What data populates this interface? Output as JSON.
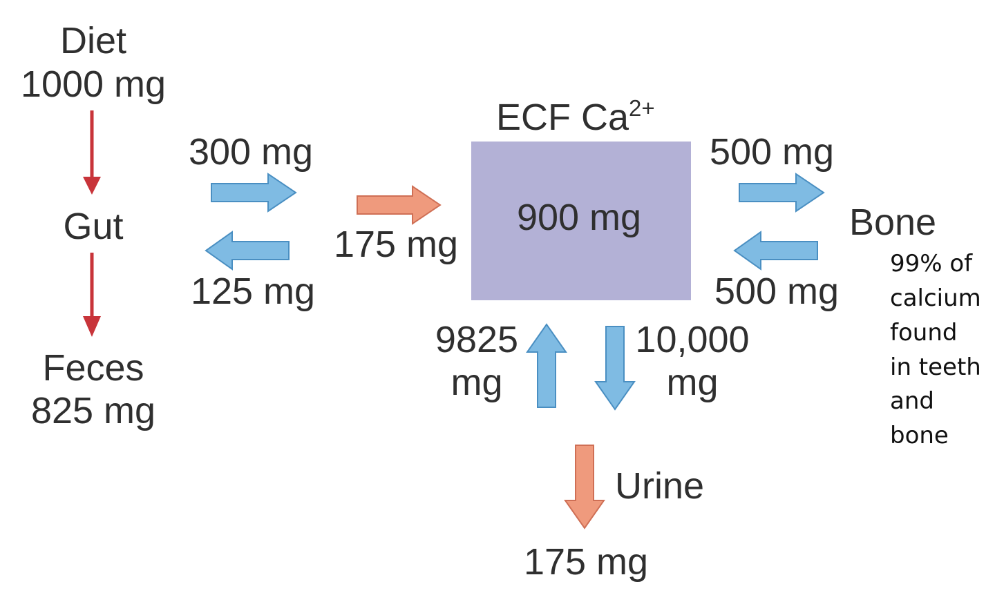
{
  "diagram": {
    "diet": {
      "label": "Diet",
      "amount": "1000 mg"
    },
    "gut": {
      "label": "Gut"
    },
    "feces": {
      "label": "Feces",
      "amount": "825 mg"
    },
    "gut_to_ecf_absorption": "300 mg",
    "ecf_to_gut_secretion": "125 mg",
    "net_absorption": "175 mg",
    "ecf": {
      "title_prefix": "ECF Ca",
      "title_superscript": "2+",
      "amount": "900 mg"
    },
    "ecf_to_bone": "500 mg",
    "bone_to_ecf": "500 mg",
    "bone": {
      "label": "Bone"
    },
    "bone_note": [
      "99% of",
      "calcium",
      "found",
      "in teeth",
      "and",
      "bone"
    ],
    "kidney_reabsorption": {
      "value": "9825",
      "unit": "mg"
    },
    "kidney_filtration": {
      "value": "10,000",
      "unit": "mg"
    },
    "urine": {
      "label": "Urine",
      "amount": "175 mg"
    },
    "colors": {
      "blue_arrow": "#7fbbe3",
      "salmon_arrow": "#ef9a7d",
      "red_arrow": "#c8343a",
      "ecf_box": "#b3b1d6"
    }
  }
}
